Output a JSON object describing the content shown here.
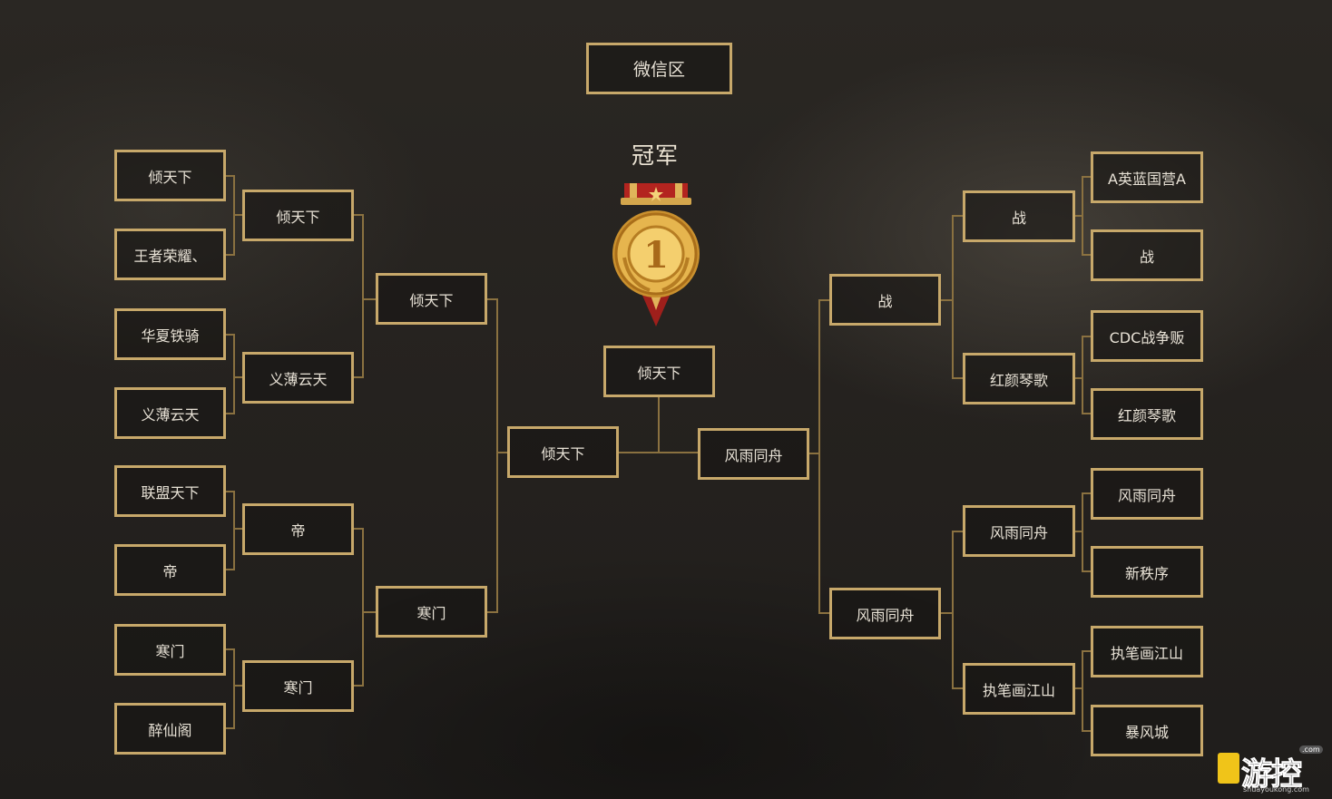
{
  "region": "微信区",
  "champion_label": "冠军",
  "medal_number": "1",
  "left": {
    "round1": [
      "倾天下",
      "王者荣耀、",
      "华夏铁骑",
      "义薄云天",
      "联盟天下",
      "帝",
      "寒门",
      "醉仙阁"
    ],
    "round2": [
      "倾天下",
      "义薄云天",
      "帝",
      "寒门"
    ],
    "round3": [
      "倾天下",
      "寒门"
    ],
    "semi": "倾天下"
  },
  "right": {
    "round1": [
      "A英蓝国营A",
      "战",
      "CDC战争贩",
      "红颜琴歌",
      "风雨同舟",
      "新秩序",
      "执笔画江山",
      "暴风城"
    ],
    "round2": [
      "战",
      "红颜琴歌",
      "风雨同舟",
      "执笔画江山"
    ],
    "round3": [
      "战",
      "风雨同舟"
    ],
    "semi": "风雨同舟"
  },
  "final_winner": "倾天下",
  "logo": {
    "text": "游控",
    "url": "shuayoukong.com",
    "badge": ".com"
  },
  "colors": {
    "accent": "#c7a86a",
    "line": "#8a7140",
    "background": "#262320"
  }
}
